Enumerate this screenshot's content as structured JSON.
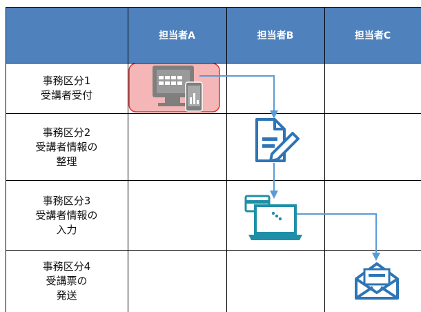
{
  "header": {
    "corner": "",
    "columns": [
      "担当者A",
      "担当者B",
      "担当者C"
    ]
  },
  "rows": [
    {
      "label": "事務区分1\n受講者受付"
    },
    {
      "label": "事務区分2\n受講者情報の\n整理"
    },
    {
      "label": "事務区分3\n受講者情報の\n入力"
    },
    {
      "label": "事務区分4\n受講票の\n発送"
    }
  ],
  "colors": {
    "header_bg": "#4f81bd",
    "icon_blue": "#2e75b6",
    "icon_teal": "#1f8fa8",
    "highlight_fill": "#f4b6b6",
    "highlight_border": "#e03030",
    "arrow": "#5b9bd5"
  },
  "icons": [
    "computer-tablet-icon",
    "document-pen-icon",
    "laptop-card-icon",
    "envelope-icon"
  ]
}
